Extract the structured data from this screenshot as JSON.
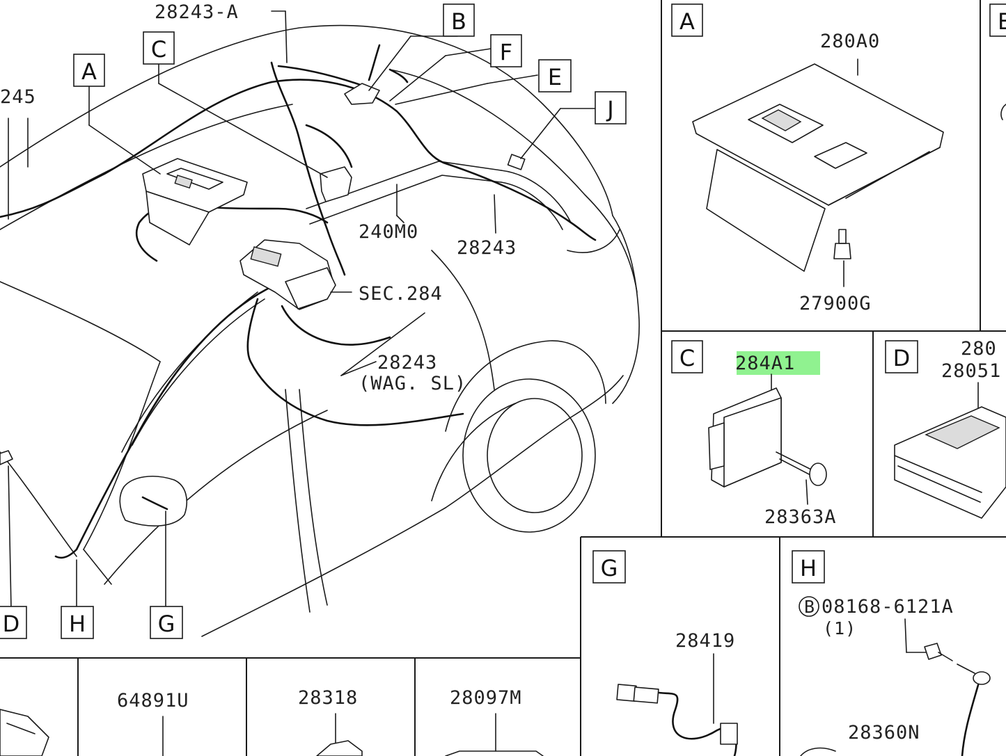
{
  "highlight_color": "#7cf07c",
  "main_view": {
    "parts": {
      "p28243_a": "28243-A",
      "p245": "245",
      "p240m0": "240M0",
      "sec284": "SEC.284",
      "p28243": "28243",
      "p28243_wag_a": "28243",
      "p28243_wag_b": "(WAG. SL)"
    },
    "callouts": {
      "a": "A",
      "b": "B",
      "c": "C",
      "d": "D",
      "e": "E",
      "f": "F",
      "g": "G",
      "h": "H",
      "j": "J"
    }
  },
  "detail_a": {
    "label": "A",
    "parts": [
      "280A0",
      "27900G"
    ]
  },
  "detail_b_partial": {
    "label": "B"
  },
  "detail_c": {
    "label": "C",
    "highlighted_part": "284A1",
    "parts": [
      "28363A"
    ]
  },
  "detail_d": {
    "label": "D",
    "parts": [
      "280",
      "28051"
    ]
  },
  "detail_g": {
    "label": "G",
    "parts": [
      "28419"
    ]
  },
  "detail_h": {
    "label": "H",
    "bolt_symbol": "B",
    "bolt_part": "08168-6121A",
    "bolt_qty": "(1)",
    "parts": [
      "28360N"
    ]
  },
  "bottom_row": {
    "parts": [
      "64891U",
      "28318",
      "28097M"
    ]
  }
}
